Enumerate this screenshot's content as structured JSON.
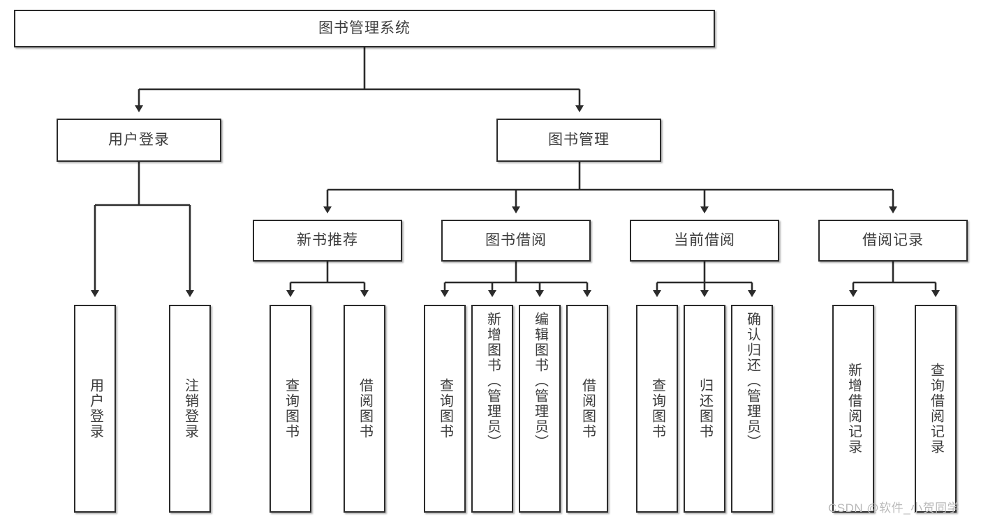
{
  "diagram": {
    "title": "图书管理系统",
    "type": "功能结构图",
    "root": {
      "label": "图书管理系统"
    },
    "level2": [
      {
        "label": "用户登录"
      },
      {
        "label": "图书管理"
      }
    ],
    "level3": [
      {
        "label": "新书推荐"
      },
      {
        "label": "图书借阅"
      },
      {
        "label": "当前借阅"
      },
      {
        "label": "借阅记录"
      }
    ],
    "leaves": [
      {
        "label": "用户登录",
        "parent": "用户登录"
      },
      {
        "label": "注销登录",
        "parent": "用户登录"
      },
      {
        "label": "查询图书",
        "parent": "新书推荐"
      },
      {
        "label": "借阅图书",
        "parent": "新书推荐"
      },
      {
        "label": "查询图书",
        "parent": "图书借阅"
      },
      {
        "label": "新增图书（管理员）",
        "parent": "图书借阅"
      },
      {
        "label": "编辑图书（管理员）",
        "parent": "图书借阅"
      },
      {
        "label": "借阅图书",
        "parent": "图书借阅"
      },
      {
        "label": "查询图书",
        "parent": "当前借阅"
      },
      {
        "label": "归还图书",
        "parent": "当前借阅"
      },
      {
        "label": "确认归还（管理员）",
        "parent": "当前借阅"
      },
      {
        "label": "新增借阅记录",
        "parent": "借阅记录"
      },
      {
        "label": "查询借阅记录",
        "parent": "借阅记录"
      }
    ]
  },
  "watermark": {
    "text": "CSDN @软件_小贺同学"
  },
  "colors": {
    "border": "#2b2b2b",
    "text": "#3d3d3d",
    "background": "#ffffff",
    "watermark": "#b9b9b9"
  }
}
